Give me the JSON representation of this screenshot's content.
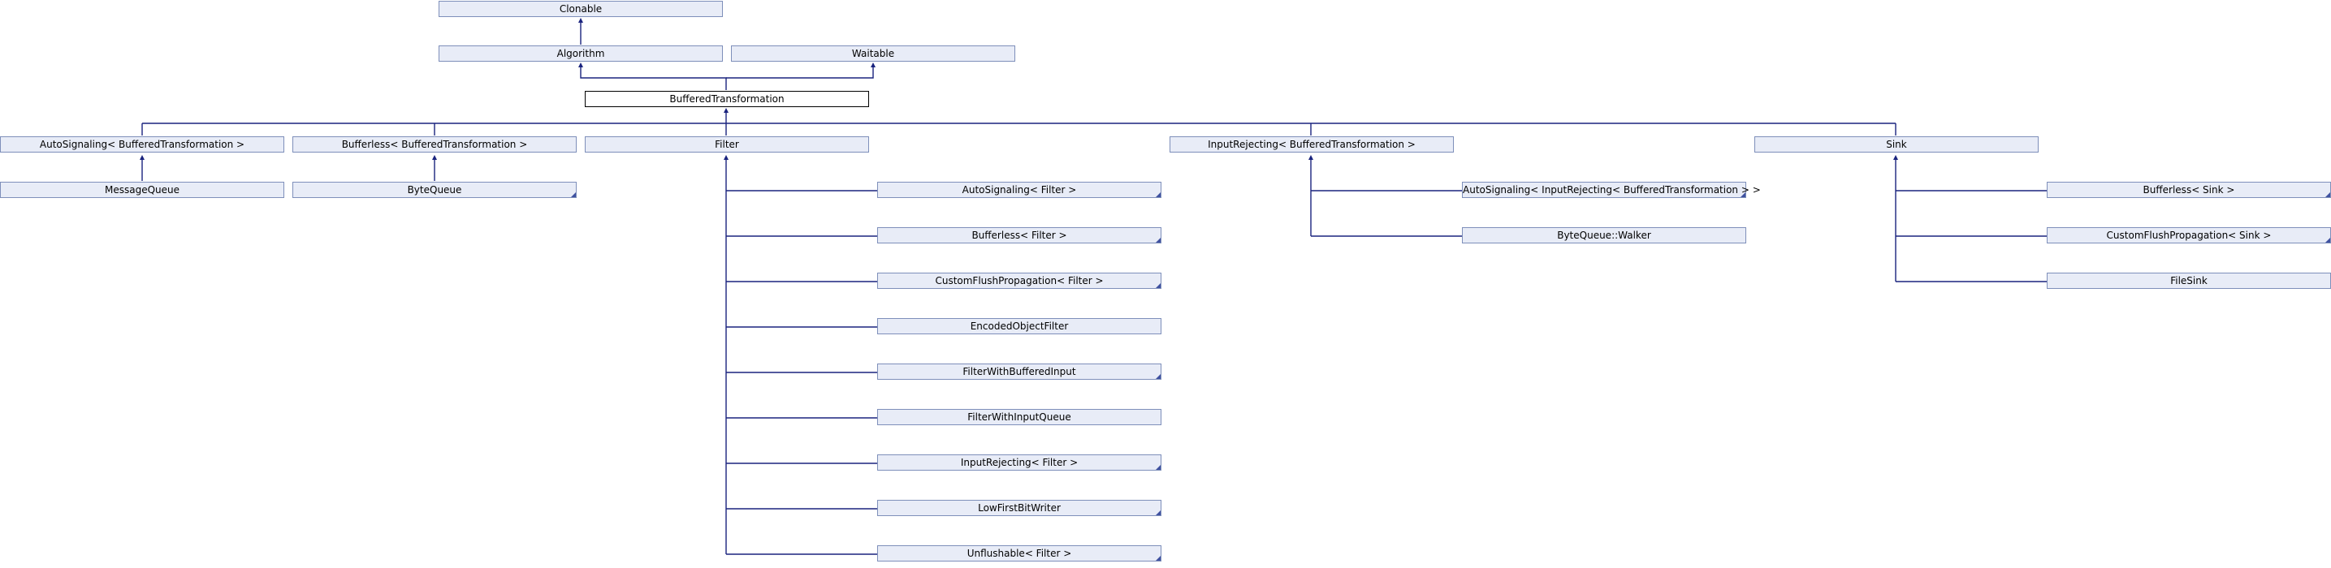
{
  "classes": {
    "clonable": "Clonable",
    "algorithm": "Algorithm",
    "waitable": "Waitable",
    "buffered_transformation": "BufferedTransformation",
    "autosignaling_bt": "AutoSignaling< BufferedTransformation >",
    "bufferless_bt": "Bufferless< BufferedTransformation >",
    "filter": "Filter",
    "inputrejecting_bt": "InputRejecting< BufferedTransformation >",
    "sink": "Sink",
    "message_queue": "MessageQueue",
    "byte_queue": "ByteQueue",
    "autosignaling_filter": "AutoSignaling< Filter >",
    "bufferless_filter": "Bufferless< Filter >",
    "customflush_filter": "CustomFlushPropagation< Filter >",
    "encoded_object_filter": "EncodedObjectFilter",
    "filter_with_buffered_input": "FilterWithBufferedInput",
    "filter_with_input_queue": "FilterWithInputQueue",
    "inputrejecting_filter": "InputRejecting< Filter >",
    "low_first_bit_writer": "LowFirstBitWriter",
    "unflushable_filter": "Unflushable< Filter >",
    "autosignaling_inputrejecting_bt": "AutoSignaling< InputRejecting< BufferedTransformation > >",
    "byte_queue_walker": "ByteQueue::Walker",
    "bufferless_sink": "Bufferless< Sink >",
    "customflush_sink": "CustomFlushPropagation< Sink >",
    "file_sink": "FileSink"
  }
}
